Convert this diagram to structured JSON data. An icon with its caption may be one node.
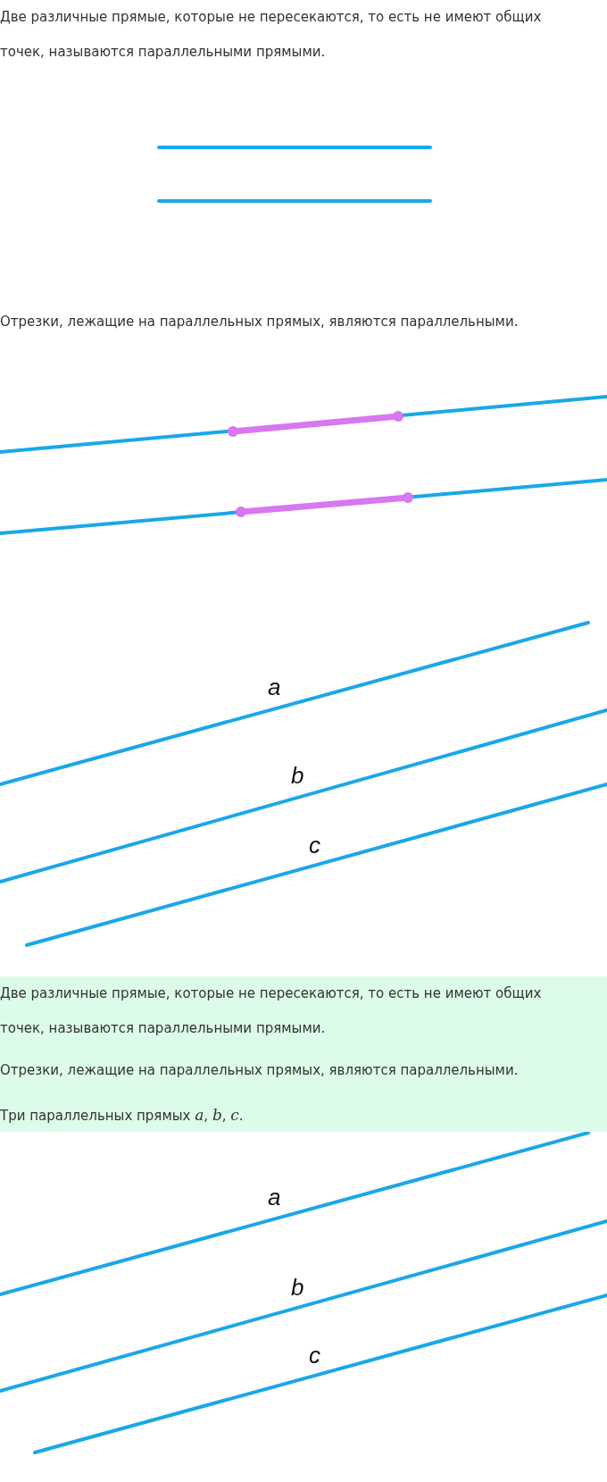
{
  "diagram": {
    "nodes": [
      {
        "text": [
          "Две различные прямые, которые не пересекаются, то есть не имеют общих точек, называются параллельными прямыми.",
          "Отрезки, лежащие на параллельных прямых, являются параллельными.",
          "Три параллельных прямых *a*,  *b*,  *c*."
        ]
      }
    ],
    "labels": [
      "Две различные прямые, которые не пересекаются, то есть не имеют общих точек, называются параллельными прямыми.",
      "Отрезки, лежащие на параллельных прямых, являются параллельными.",
      "a",
      "b",
      "c",
      "a",
      "b",
      "c"
    ]
  }
}
